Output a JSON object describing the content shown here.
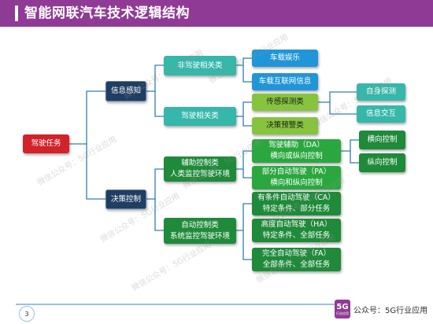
{
  "title": "智能网联汽车技术逻辑结构",
  "nodes": {
    "root": "驾驶任务",
    "perception": "信息感知",
    "decision": "决策控制",
    "non_driving": "非驾驶相关类",
    "driving": "驾驶相关类",
    "assist": [
      "辅助控制类",
      "人类监控驾驶环境"
    ],
    "auto": [
      "自动控制类",
      "系统监控驾驶环境"
    ],
    "infotainment": "车载娱乐",
    "connected_info": "车载互联网信息",
    "sensing": "传感探测类",
    "warning": "决策预警类",
    "self_sensing": "自身探测",
    "info_exchange": "信息交互",
    "da": [
      "驾驶辅助（DA）",
      "横向或纵向控制"
    ],
    "pa": [
      "部分自动驾驶（PA）",
      "横向和纵向控制"
    ],
    "lateral": "横向控制",
    "longitudinal": "纵向控制",
    "ca": [
      "有条件自动驾驶（CA）",
      "特定条件、部分任务"
    ],
    "ha": [
      "高度自动驾驶（HA）",
      "特定条件、全部任务"
    ],
    "fa": [
      "完全自动驾驶（FA）",
      "全部条件、全部任务"
    ]
  },
  "watermark": "微信公众号：5G行业应用",
  "footer": {
    "page": "3",
    "logo_main": "5G",
    "logo_sub": "行业应用",
    "account": "公众号：5G行业应用"
  },
  "colors": {
    "header": "#8f3b95",
    "root": "#d2232a",
    "category": "#1f3e62",
    "teal": "#35b7a9",
    "blue": "#2096d8",
    "lime": "#86c440",
    "dark_green": "#1f8a3a",
    "green": "#2aa83f",
    "connector": "#2e7fb0"
  }
}
